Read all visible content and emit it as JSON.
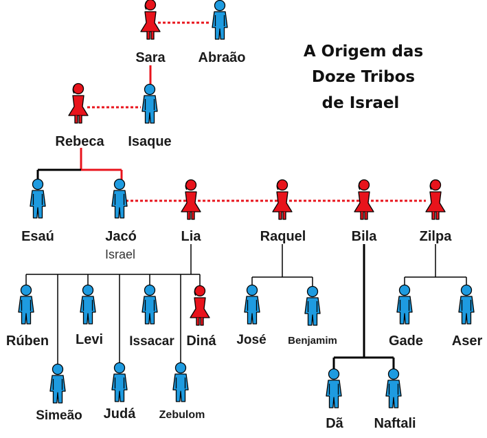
{
  "title": {
    "line1": "A Origem das",
    "line2": "Doze Tribos",
    "line3": "de Israel"
  },
  "colors": {
    "male": "#1e9be0",
    "female": "#e8141c",
    "outline": "#000000",
    "red_line": "#e8141c",
    "black_line": "#000000"
  },
  "people": {
    "sara": {
      "name": "Sara",
      "gender": "female"
    },
    "abraao": {
      "name": "Abraão",
      "gender": "male"
    },
    "rebeca": {
      "name": "Rebeca",
      "gender": "female"
    },
    "isaque": {
      "name": "Isaque",
      "gender": "male"
    },
    "esau": {
      "name": "Esaú",
      "gender": "male"
    },
    "jaco": {
      "name": "Jacó",
      "alias": "Israel",
      "gender": "male"
    },
    "lia": {
      "name": "Lia",
      "gender": "female"
    },
    "raquel": {
      "name": "Raquel",
      "gender": "female"
    },
    "bila": {
      "name": "Bila",
      "gender": "female"
    },
    "zilpa": {
      "name": "Zilpa",
      "gender": "female"
    },
    "ruben": {
      "name": "Rúben",
      "gender": "male"
    },
    "simeao": {
      "name": "Simeão",
      "gender": "male"
    },
    "levi": {
      "name": "Levi",
      "gender": "male"
    },
    "juda": {
      "name": "Judá",
      "gender": "male"
    },
    "issacar": {
      "name": "Issacar",
      "gender": "male"
    },
    "zebulom": {
      "name": "Zebulom",
      "gender": "male"
    },
    "dina": {
      "name": "Diná",
      "gender": "female"
    },
    "jose": {
      "name": "José",
      "gender": "male"
    },
    "benjamim": {
      "name": "Benjamim",
      "gender": "male"
    },
    "da": {
      "name": "Dã",
      "gender": "male"
    },
    "naftali": {
      "name": "Naftali",
      "gender": "male"
    },
    "gade": {
      "name": "Gade",
      "gender": "male"
    },
    "aser": {
      "name": "Aser",
      "gender": "male"
    }
  }
}
